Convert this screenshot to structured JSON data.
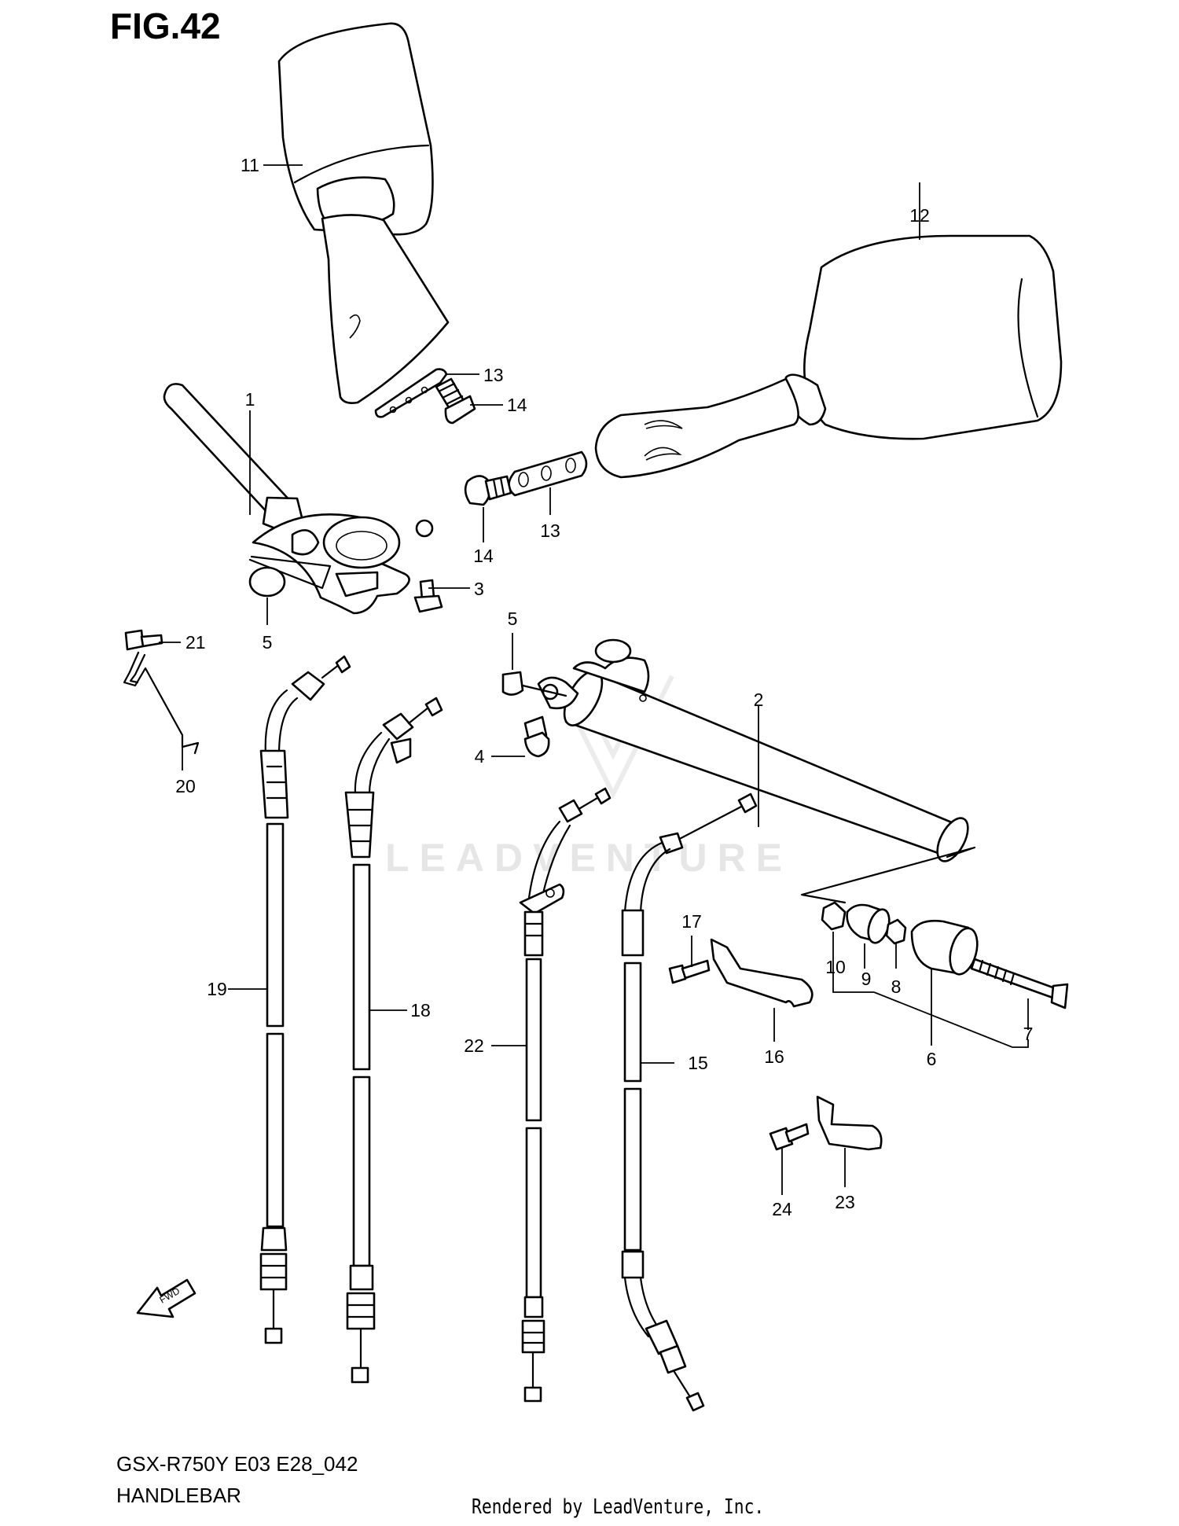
{
  "figure": {
    "title": "FIG.42",
    "model_code": "GSX-R750Y E03 E28_042",
    "section_name": "HANDLEBAR",
    "rendered_by": "Rendered by LeadVenture, Inc.",
    "watermark": "LEADVENTURE",
    "fwd_label": "FWD"
  },
  "callouts": {
    "c1": "1",
    "c2": "2",
    "c3": "3",
    "c4": "4",
    "c5a": "5",
    "c5b": "5",
    "c6": "6",
    "c7": "7",
    "c8": "8",
    "c9": "9",
    "c10": "10",
    "c11": "11",
    "c12": "12",
    "c13a": "13",
    "c13b": "13",
    "c14a": "14",
    "c14b": "14",
    "c15": "15",
    "c16": "16",
    "c17": "17",
    "c18": "18",
    "c19": "19",
    "c20": "20",
    "c21": "21",
    "c22": "22",
    "c23": "23",
    "c24": "24"
  },
  "colors": {
    "line": "#000000",
    "background": "#ffffff",
    "watermark": "#e6e6e6"
  }
}
